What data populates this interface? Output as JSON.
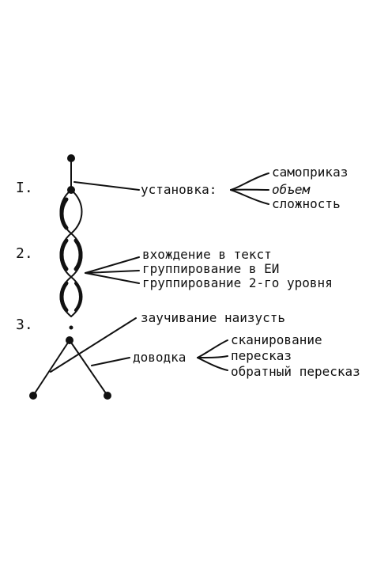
{
  "stages": {
    "s1": "I.",
    "s2": "2.",
    "s3": "3."
  },
  "ustanovka": {
    "label": "установка:",
    "items": [
      "самоприказ",
      "объем",
      "сложность"
    ]
  },
  "stage2": {
    "items": [
      "вхождение в текст",
      "группирование в ЕИ",
      "группирование 2-го уровня"
    ]
  },
  "zauchivanie": "заучивание наизусть",
  "dovodka": {
    "label": "доводка",
    "items": [
      "сканирование",
      "пересказ",
      "обратный пересказ"
    ]
  }
}
